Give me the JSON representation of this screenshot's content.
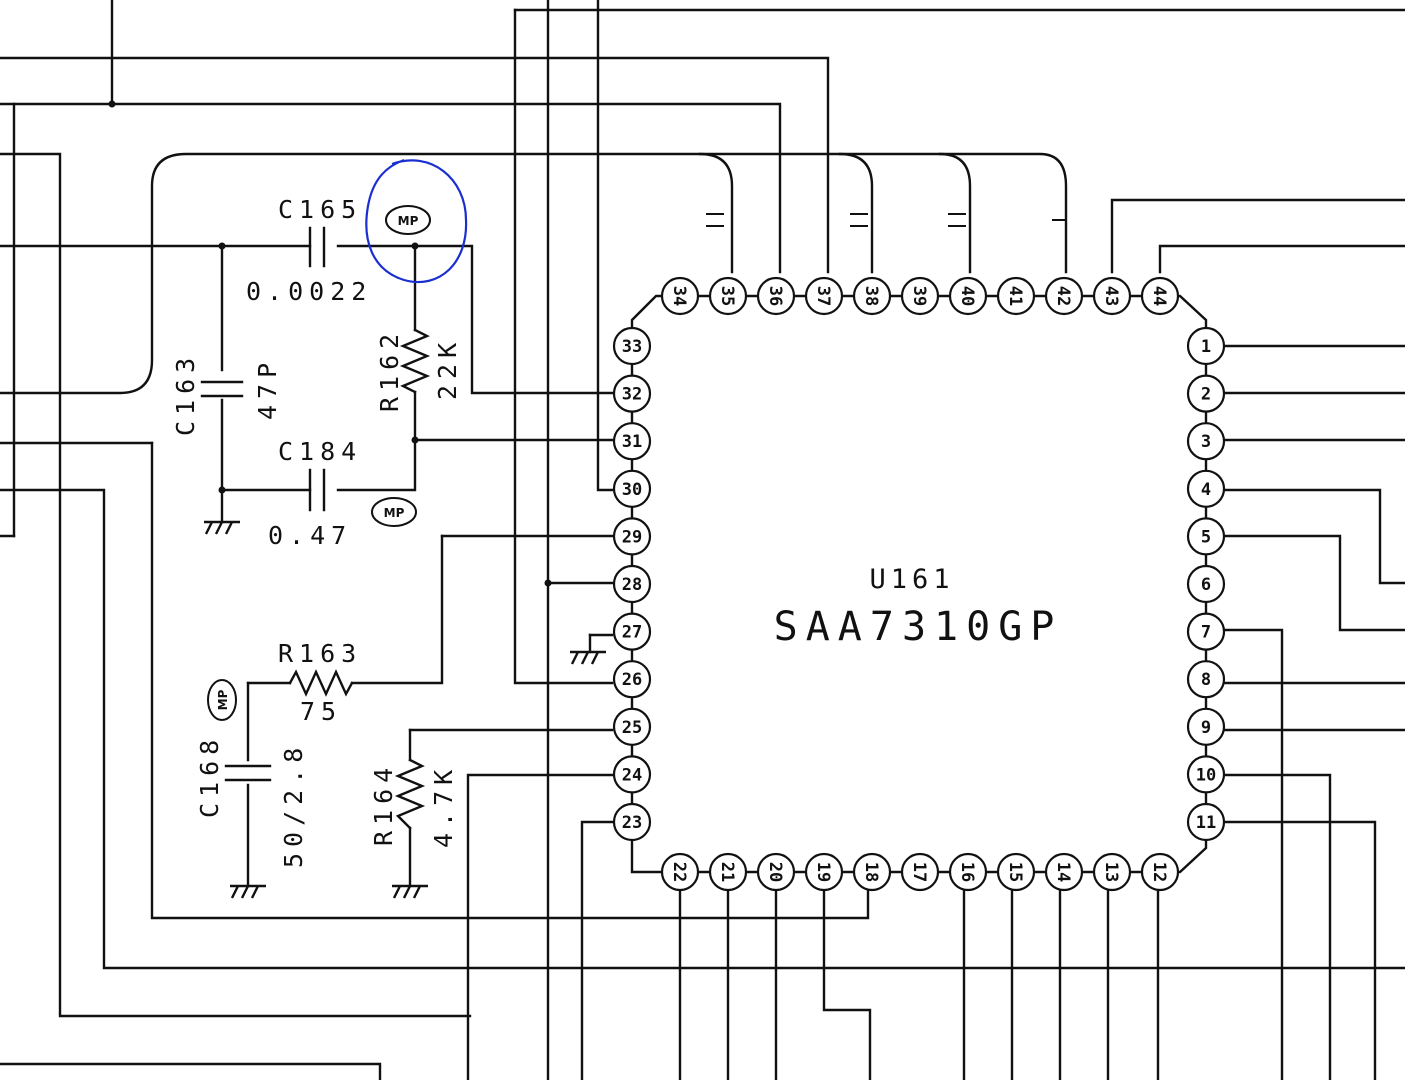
{
  "chip": {
    "ref": "U161",
    "part": "SAA7310GP"
  },
  "components": {
    "c165": {
      "ref": "C165",
      "value": "0.0022"
    },
    "c163": {
      "ref": "C163",
      "value": "47P"
    },
    "c184": {
      "ref": "C184",
      "value": "0.47"
    },
    "r162": {
      "ref": "R162",
      "value": "22K"
    },
    "r163": {
      "ref": "R163",
      "value": "75"
    },
    "c168": {
      "ref": "C168",
      "value": "50/2.8"
    },
    "r164": {
      "ref": "R164",
      "value": "4.7K"
    }
  },
  "test_point_label": "MP",
  "annotation_color": "#1a2fd0",
  "pins": {
    "right": [
      "1",
      "2",
      "3",
      "4",
      "5",
      "6",
      "7",
      "8",
      "9",
      "10",
      "11"
    ],
    "top": [
      "44",
      "43",
      "42",
      "41",
      "40",
      "39",
      "38",
      "37",
      "36",
      "35",
      "34"
    ],
    "left": [
      "33",
      "32",
      "31",
      "30",
      "29",
      "28",
      "27",
      "26",
      "25",
      "24",
      "23"
    ],
    "bottom": [
      "22",
      "21",
      "20",
      "19",
      "18",
      "17",
      "16",
      "15",
      "14",
      "13",
      "12"
    ]
  }
}
